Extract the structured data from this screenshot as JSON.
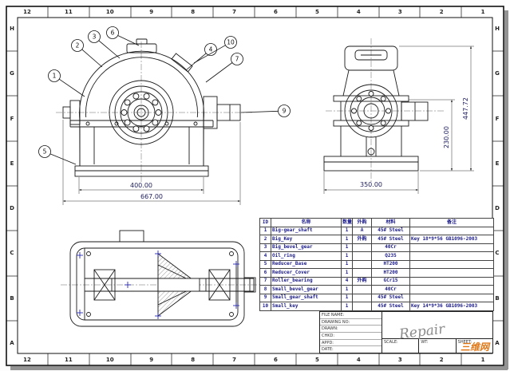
{
  "sheet": {
    "grid_top": [
      "12",
      "11",
      "10",
      "9",
      "8",
      "7",
      "6",
      "5",
      "4",
      "3",
      "2",
      "1"
    ],
    "grid_bottom": [
      "12",
      "11",
      "10",
      "9",
      "8",
      "7",
      "6",
      "5",
      "4",
      "3",
      "2",
      "1"
    ],
    "grid_left": [
      "H",
      "G",
      "F",
      "E",
      "D",
      "C",
      "B",
      "A"
    ],
    "grid_right": [
      "H",
      "G",
      "F",
      "E",
      "D",
      "C",
      "B",
      "A"
    ]
  },
  "dims": {
    "front_base": "400.00",
    "front_total": "667.00",
    "side_width": "350.00",
    "side_height_inner": "230.00",
    "side_height_total": "447.72"
  },
  "balloons": [
    "1",
    "2",
    "3",
    "6",
    "5",
    "4",
    "10",
    "7",
    "9"
  ],
  "bom": {
    "headers": [
      "ID",
      "名称",
      "数量",
      "外购",
      "材料",
      "备注"
    ],
    "rows": [
      [
        "1",
        "Big-gear_shaft",
        "1",
        "A",
        "45# Steel",
        ""
      ],
      [
        "2",
        "Big_Key",
        "1",
        "外购",
        "45# Steel",
        "Key 18*9*56 GB1096-2003"
      ],
      [
        "3",
        "Big_bevel_gear",
        "1",
        "",
        "40Cr",
        ""
      ],
      [
        "4",
        "Oil_ring",
        "1",
        "",
        "Q235",
        ""
      ],
      [
        "5",
        "Reducer_Base",
        "1",
        "",
        "HT200",
        ""
      ],
      [
        "6",
        "Reducer_Cover",
        "1",
        "",
        "HT200",
        ""
      ],
      [
        "7",
        "Roller_bearing",
        "4",
        "外购",
        "GCr15",
        ""
      ],
      [
        "8",
        "Small_bevel_gear",
        "1",
        "",
        "40Cr",
        ""
      ],
      [
        "9",
        "Small_gear_shaft",
        "1",
        "",
        "45# Steel",
        ""
      ],
      [
        "10",
        "Small_key",
        "1",
        "",
        "45# Steel",
        "Key 14*9*36 GB1096-2003"
      ]
    ]
  },
  "title_block": {
    "rows": [
      "FILE NAME:",
      "DRAWING NO:",
      "DRAWN:",
      "CHKD:",
      "APPD:",
      "DATE:"
    ],
    "scale_label": "SCALE:",
    "weight_label": "WT:",
    "sheet_label": "SHEET:",
    "stamp": "Repair"
  },
  "watermark": "三维网",
  "colors": {
    "line": "#1a1a1a",
    "bom_text": "#1b1b8a",
    "center_mark": "#2a2ab0",
    "watermark": "#e07818"
  }
}
